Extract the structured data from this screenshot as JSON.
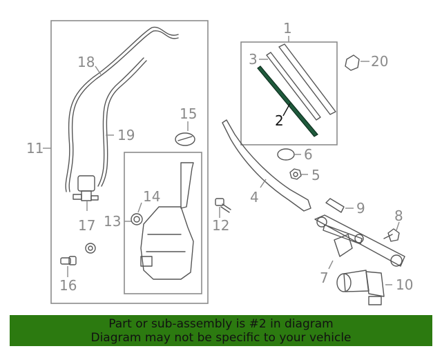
{
  "callouts": {
    "c1": "1",
    "c2": "2",
    "c3": "3",
    "c4": "4",
    "c5": "5",
    "c6": "6",
    "c7": "7",
    "c8": "8",
    "c9": "9",
    "c10": "10",
    "c11": "11",
    "c12": "12",
    "c13": "13",
    "c14": "14",
    "c15": "15",
    "c16": "16",
    "c17": "17",
    "c18": "18",
    "c19": "19",
    "c20": "20"
  },
  "highlight": {
    "part": "2",
    "color": "#1f5a3c"
  },
  "banner": {
    "line1": "Part or sub-assembly is #2 in diagram",
    "line2": "Diagram may not be specific to your vehicle",
    "color": "#2c7a10"
  }
}
